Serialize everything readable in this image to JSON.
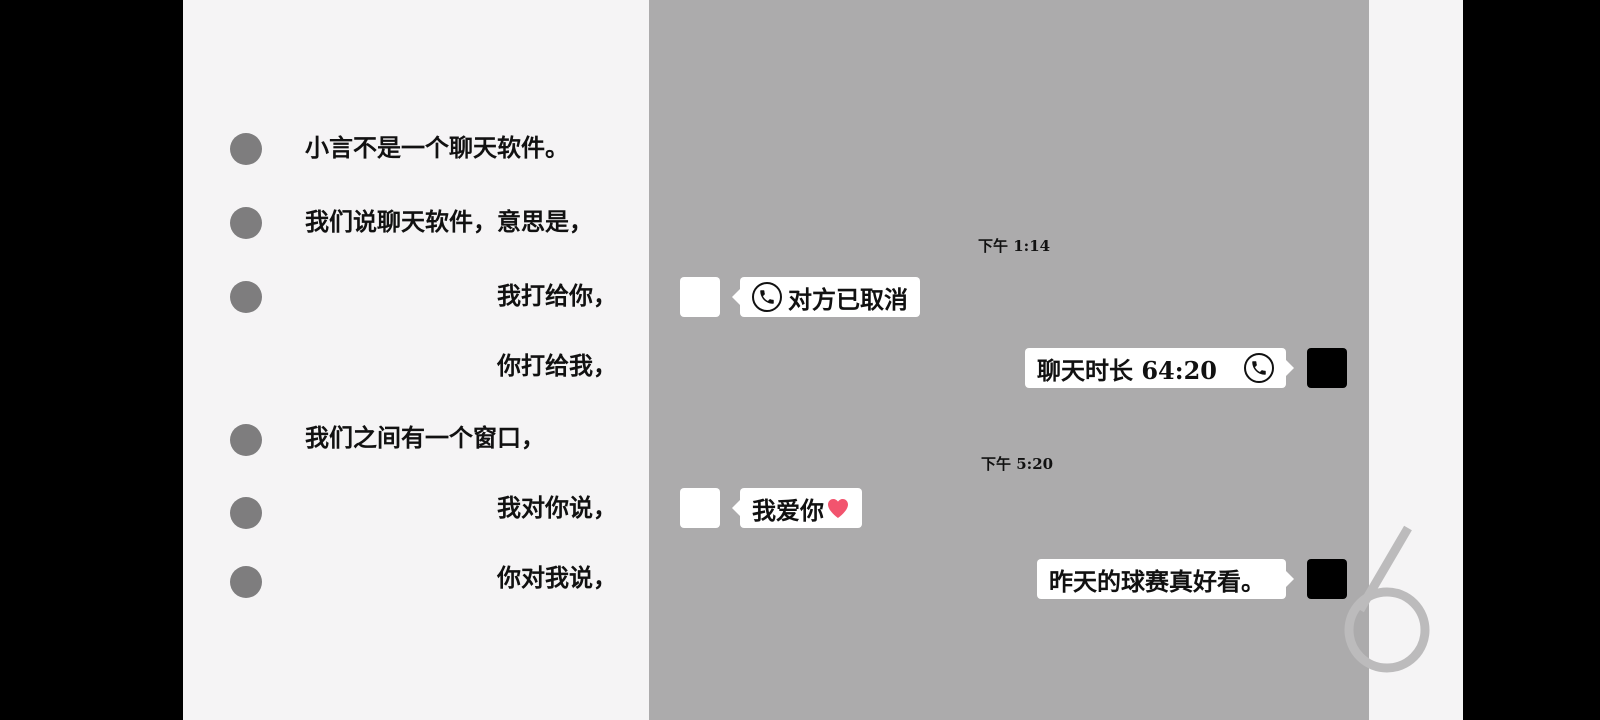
{
  "poem_lines": [
    "小言不是一个聊天软件。",
    "我们说聊天软件，意思是，",
    "我打给你，",
    "你打给我，",
    "我们之间有一个窗口，",
    "我对你说，",
    "你对我说，"
  ],
  "chat": {
    "timestamp_1": "下午 1:14",
    "timestamp_2": "下午 5:20",
    "msg_missed_call": "对方已取消",
    "msg_call_duration": "聊天时长 64:20",
    "msg_love": "我爱你",
    "msg_ballgame": "昨天的球赛真好看。"
  },
  "page_number": "6",
  "colors": {
    "left_panel": "#f5f4f5",
    "chat_panel": "#acabac",
    "dot": "#7e7d7e",
    "heart": "#f2546e",
    "page_number": "#bcbbbc"
  },
  "icons": [
    "phone-icon",
    "heart-icon"
  ]
}
